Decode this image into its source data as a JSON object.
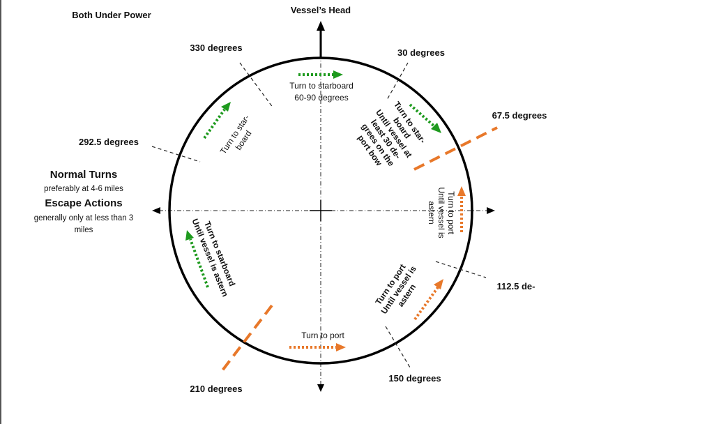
{
  "title": "Both Under Power",
  "vessel_head_label": "Vessel’s Head",
  "bearings": {
    "b330": "330 degrees",
    "b30": "30 degrees",
    "b67": "67.5 degrees",
    "b292": "292.5 degrees",
    "b112": "112.5 de-",
    "b150": "150 degrees",
    "b210": "210 degrees"
  },
  "legend": {
    "normal_title": "Normal Turns",
    "normal_sub": "preferably at 4-6 miles",
    "escape_title": "Escape Actions",
    "escape_sub_1": "generally only at less than 3",
    "escape_sub_2": "miles"
  },
  "sectors": {
    "ahead": [
      "Turn to starboard",
      "60-90 degrees"
    ],
    "port_bow": [
      "Turn to star-",
      "board"
    ],
    "starboard_bow": [
      "Turn to star-",
      "board",
      "Until vessel at",
      "least 30 de-",
      "grees on the",
      "port bow"
    ],
    "starboard_beam": [
      "Turn to port",
      "Until vessel is",
      "astern"
    ],
    "starboard_quarter": [
      "Turn to port",
      "Until vessel is",
      "astern"
    ],
    "astern": [
      "Turn to port"
    ],
    "port_quarter": [
      "Turn to starboard",
      "Until vessel is astern"
    ]
  },
  "colors": {
    "starboard_arrow": "#1e9a1e",
    "port_arrow": "#e8782a",
    "outline": "#000000"
  }
}
